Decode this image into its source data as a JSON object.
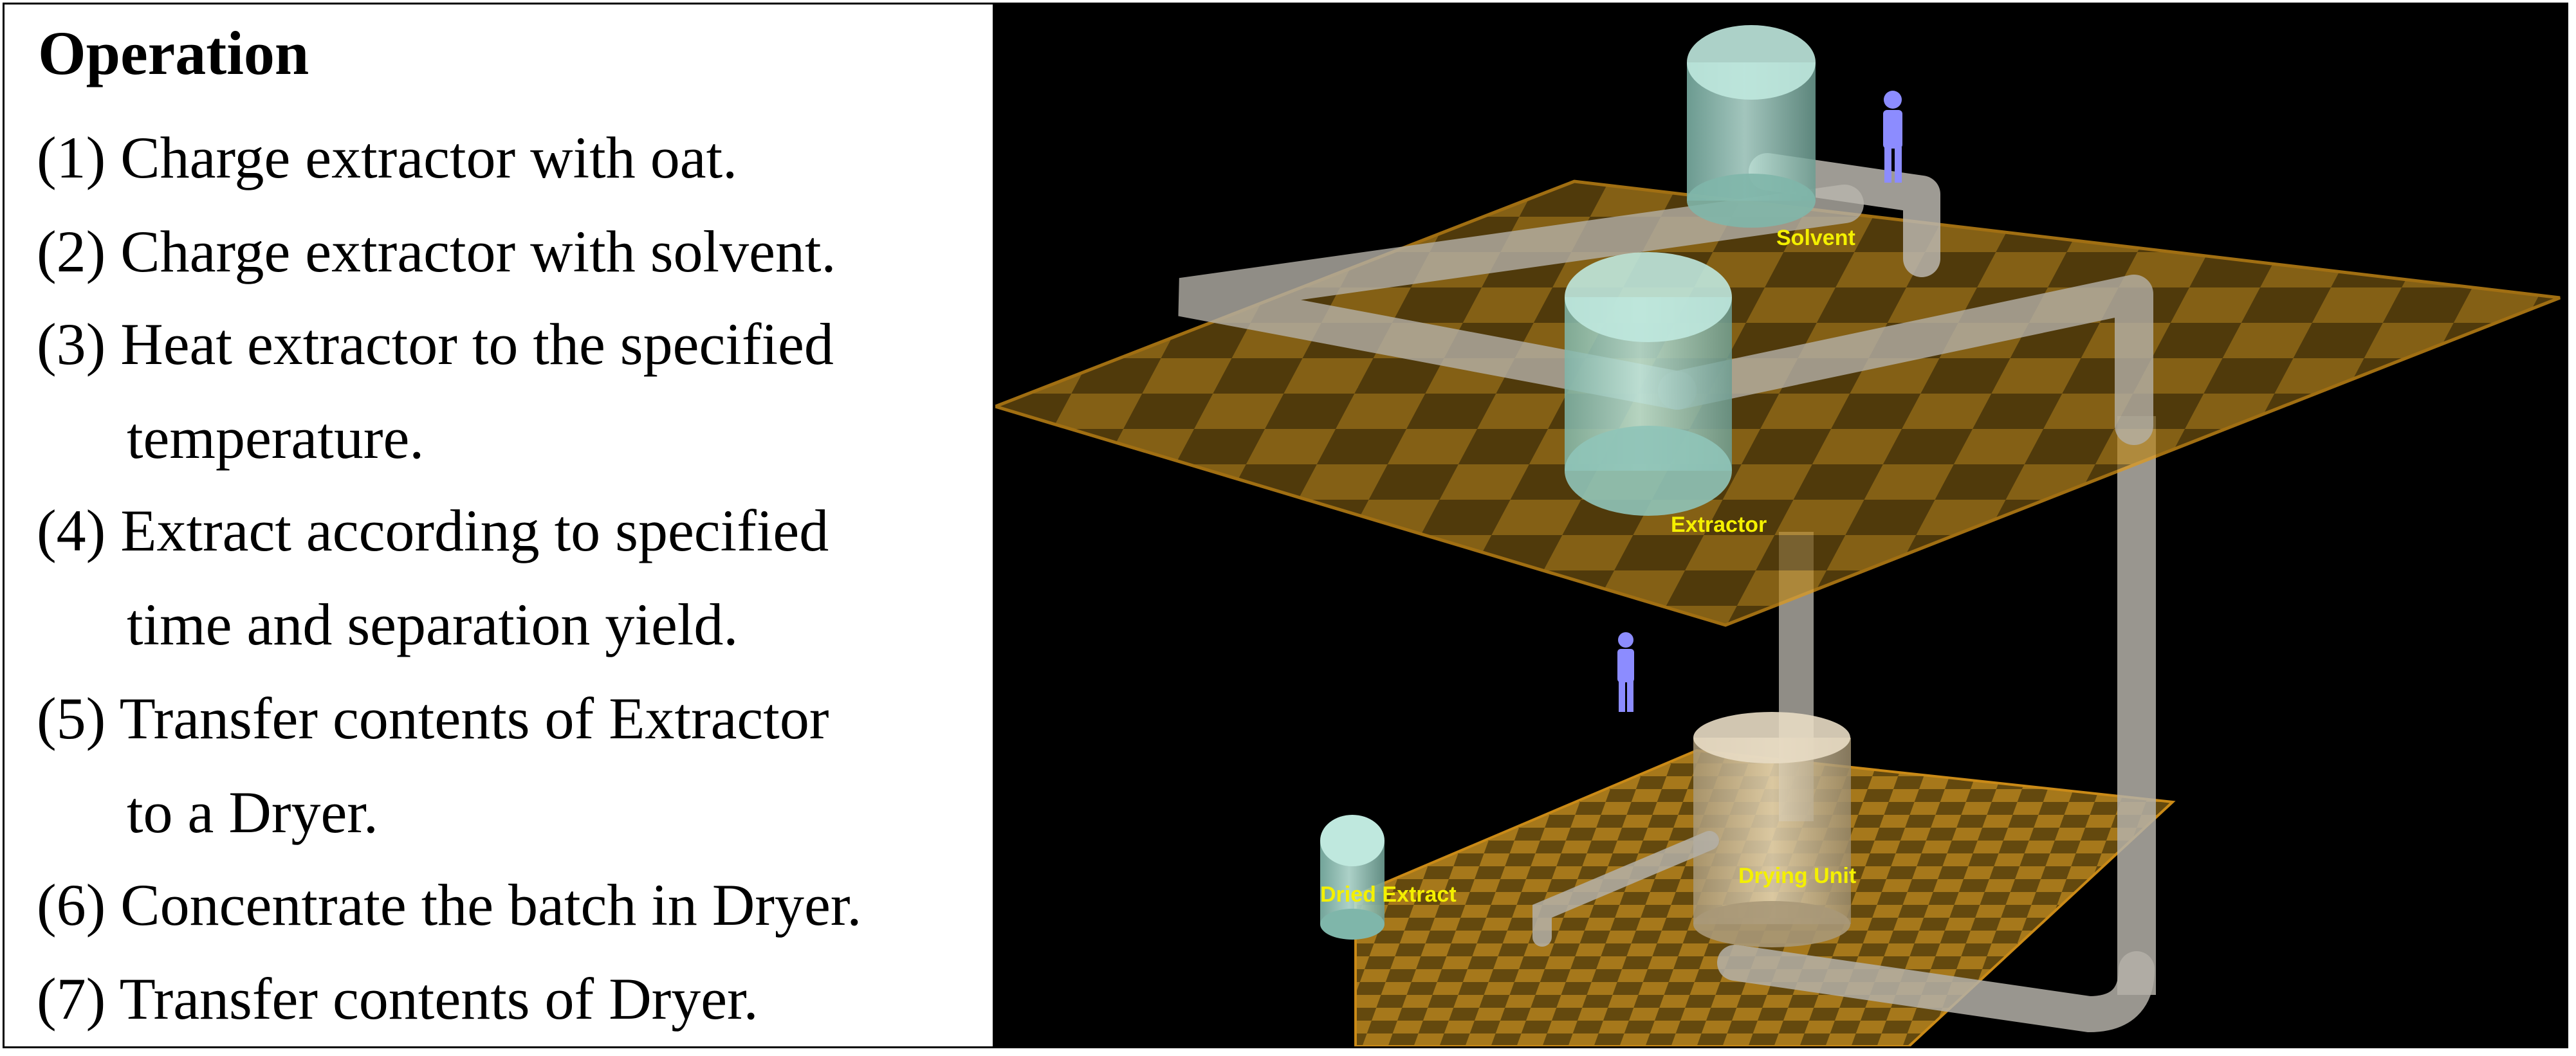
{
  "operation": {
    "title": "Operation",
    "steps": [
      {
        "number": "(1)",
        "lines": [
          "Charge extractor with oat."
        ]
      },
      {
        "number": "(2)",
        "lines": [
          "Charge extractor with solvent."
        ]
      },
      {
        "number": "(3)",
        "lines": [
          "Heat extractor to the specified",
          "temperature."
        ]
      },
      {
        "number": "(4)",
        "lines": [
          "Extract according to specified",
          "time and separation yield."
        ]
      },
      {
        "number": "(5)",
        "lines": [
          "Transfer contents of Extractor",
          "to a Dryer."
        ]
      },
      {
        "number": "(6)",
        "lines": [
          "Concentrate the batch in Dryer."
        ]
      },
      {
        "number": "(7)",
        "lines": [
          "Transfer contents of Dryer."
        ]
      }
    ]
  },
  "scene": {
    "labels": {
      "solvent": "Solvent",
      "extractor": "Extractor",
      "dried_extract": "Dried Extract",
      "drying_unit": "Drying Unit"
    },
    "colors": {
      "background": "#000000",
      "floor_light": "#b8861e",
      "floor_dark": "#6f5110",
      "floor_edge": "#e09a1a",
      "vessel": "#a8d8cc",
      "dryer": "#d8c8a8",
      "pipe": "#b4b0a8",
      "operator": "#8c8cff",
      "label": "#f4f000"
    }
  }
}
